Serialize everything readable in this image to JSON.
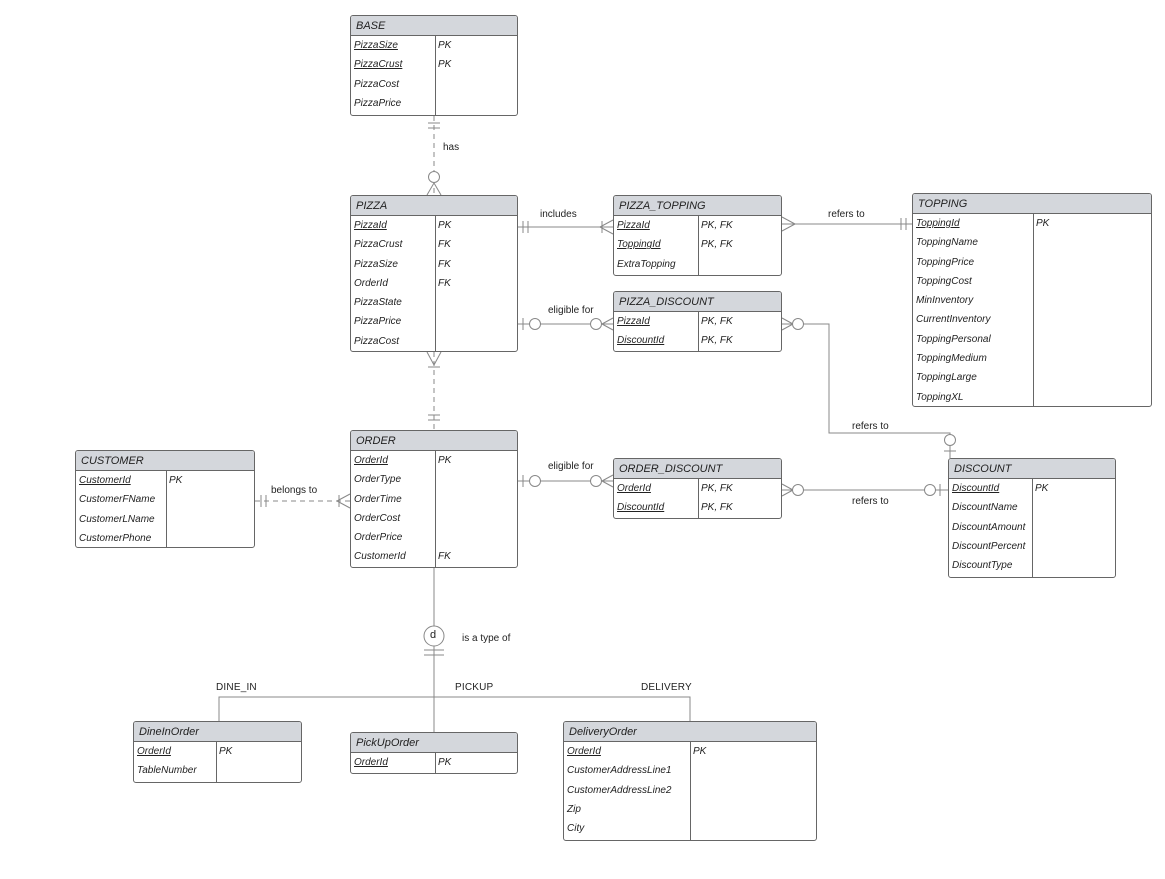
{
  "entities": {
    "base": {
      "name": "BASE",
      "attributes": [
        {
          "name": "PizzaSize",
          "key": "PK",
          "pk": true
        },
        {
          "name": "PizzaCrust",
          "key": "PK",
          "pk": true
        },
        {
          "name": "PizzaCost",
          "key": "",
          "pk": false
        },
        {
          "name": "PizzaPrice",
          "key": "",
          "pk": false
        }
      ]
    },
    "pizza": {
      "name": "PIZZA",
      "attributes": [
        {
          "name": "PizzaId",
          "key": "PK",
          "pk": true
        },
        {
          "name": "PizzaCrust",
          "key": "FK",
          "pk": false
        },
        {
          "name": "PizzaSize",
          "key": "FK",
          "pk": false
        },
        {
          "name": "OrderId",
          "key": "FK",
          "pk": false
        },
        {
          "name": "PizzaState",
          "key": "",
          "pk": false
        },
        {
          "name": "PizzaPrice",
          "key": "",
          "pk": false
        },
        {
          "name": "PizzaCost",
          "key": "",
          "pk": false
        }
      ]
    },
    "pizza_topping": {
      "name": "PIZZA_TOPPING",
      "attributes": [
        {
          "name": "PizzaId",
          "key": "PK, FK",
          "pk": true
        },
        {
          "name": "ToppingId",
          "key": "PK, FK",
          "pk": true
        },
        {
          "name": "ExtraTopping",
          "key": "",
          "pk": false
        }
      ]
    },
    "topping": {
      "name": "TOPPING",
      "attributes": [
        {
          "name": "ToppingId",
          "key": "PK",
          "pk": true
        },
        {
          "name": "ToppingName",
          "key": "",
          "pk": false
        },
        {
          "name": "ToppingPrice",
          "key": "",
          "pk": false
        },
        {
          "name": "ToppingCost",
          "key": "",
          "pk": false
        },
        {
          "name": "MinInventory",
          "key": "",
          "pk": false
        },
        {
          "name": "CurrentInventory",
          "key": "",
          "pk": false
        },
        {
          "name": "ToppingPersonal",
          "key": "",
          "pk": false
        },
        {
          "name": "ToppingMedium",
          "key": "",
          "pk": false
        },
        {
          "name": "ToppingLarge",
          "key": "",
          "pk": false
        },
        {
          "name": "ToppingXL",
          "key": "",
          "pk": false
        }
      ]
    },
    "pizza_discount": {
      "name": "PIZZA_DISCOUNT",
      "attributes": [
        {
          "name": "PizzaId",
          "key": "PK, FK",
          "pk": true
        },
        {
          "name": "DiscountId",
          "key": "PK, FK",
          "pk": true
        }
      ]
    },
    "order": {
      "name": "ORDER",
      "attributes": [
        {
          "name": "OrderId",
          "key": "PK",
          "pk": true
        },
        {
          "name": "OrderType",
          "key": "",
          "pk": false
        },
        {
          "name": "OrderTime",
          "key": "",
          "pk": false
        },
        {
          "name": "OrderCost",
          "key": "",
          "pk": false
        },
        {
          "name": "OrderPrice",
          "key": "",
          "pk": false
        },
        {
          "name": "CustomerId",
          "key": "FK",
          "pk": false
        }
      ]
    },
    "customer": {
      "name": "CUSTOMER",
      "attributes": [
        {
          "name": "CustomerId",
          "key": "PK",
          "pk": true
        },
        {
          "name": "CustomerFName",
          "key": "",
          "pk": false
        },
        {
          "name": "CustomerLName",
          "key": "",
          "pk": false
        },
        {
          "name": "CustomerPhone",
          "key": "",
          "pk": false
        }
      ]
    },
    "order_discount": {
      "name": "ORDER_DISCOUNT",
      "attributes": [
        {
          "name": "OrderId",
          "key": "PK, FK",
          "pk": true
        },
        {
          "name": "DiscountId",
          "key": "PK, FK",
          "pk": true
        }
      ]
    },
    "discount": {
      "name": "DISCOUNT",
      "attributes": [
        {
          "name": "DiscountId",
          "key": "PK",
          "pk": true
        },
        {
          "name": "DiscountName",
          "key": "",
          "pk": false
        },
        {
          "name": "DiscountAmount",
          "key": "",
          "pk": false
        },
        {
          "name": "DiscountPercent",
          "key": "",
          "pk": false
        },
        {
          "name": "DiscountType",
          "key": "",
          "pk": false
        }
      ]
    },
    "dine_in_order": {
      "name": "DineInOrder",
      "attributes": [
        {
          "name": "OrderId",
          "key": "PK",
          "pk": true
        },
        {
          "name": "TableNumber",
          "key": "",
          "pk": false
        }
      ]
    },
    "pickup_order": {
      "name": "PickUpOrder",
      "attributes": [
        {
          "name": "OrderId",
          "key": "PK",
          "pk": true
        }
      ]
    },
    "delivery_order": {
      "name": "DeliveryOrder",
      "attributes": [
        {
          "name": "OrderId",
          "key": "PK",
          "pk": true
        },
        {
          "name": "CustomerAddressLine1",
          "key": "",
          "pk": false
        },
        {
          "name": "CustomerAddressLine2",
          "key": "",
          "pk": false
        },
        {
          "name": "Zip",
          "key": "",
          "pk": false
        },
        {
          "name": "City",
          "key": "",
          "pk": false
        }
      ]
    }
  },
  "relationships": {
    "has": "has",
    "includes": "includes",
    "refers_to_topping": "refers to",
    "eligible_for_pizza": "eligible for",
    "refers_to_discount_top": "refers to",
    "eligible_for_order": "eligible for",
    "refers_to_discount": "refers to",
    "belongs_to": "belongs to",
    "is_a_type_of": "is a type of"
  },
  "subtype": {
    "disjoint_symbol": "d",
    "categories": {
      "dine_in": "DINE_IN",
      "pickup": "PICKUP",
      "delivery": "DELIVERY"
    }
  },
  "colors": {
    "header_fill": "#d4d7dc",
    "border": "#666666",
    "line": "#888888",
    "text": "#222222"
  }
}
